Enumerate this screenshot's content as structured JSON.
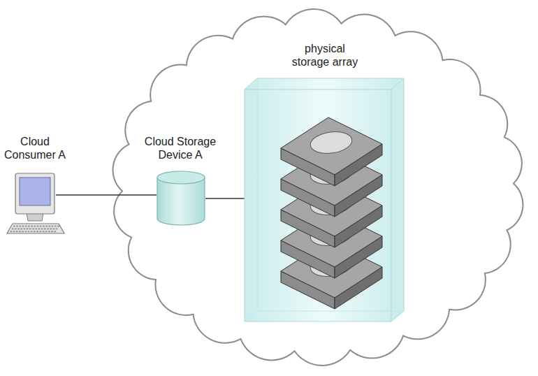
{
  "diagram": {
    "nodes": [
      {
        "text": [
          "Cloud Consumer A"
        ]
      },
      {
        "text": [
          "Cloud Storage Device A"
        ]
      },
      {
        "text": [
          "physical storage array"
        ]
      }
    ],
    "edges": [
      {
        "from": 0,
        "to": 1,
        "arrow": "none"
      },
      {
        "from": 1,
        "to": 2,
        "arrow": "none"
      }
    ]
  }
}
